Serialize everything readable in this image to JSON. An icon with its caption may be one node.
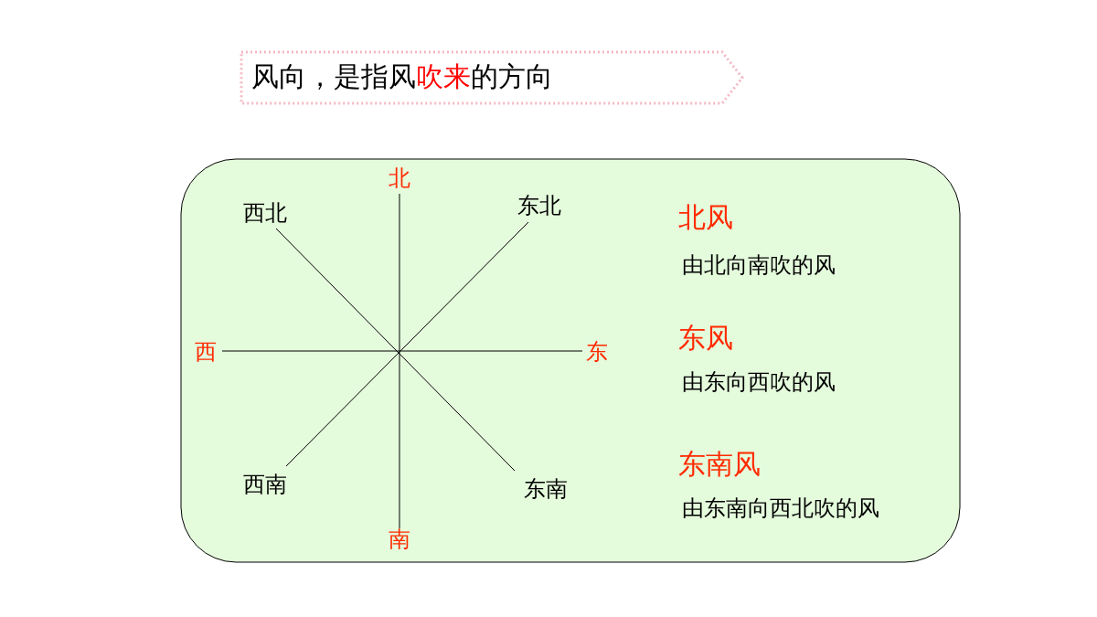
{
  "diagram": {
    "title": "风向，是指风**吹来**的方向",
    "labels": [
      "北",
      "西北",
      "东北",
      "西",
      "东",
      "西南",
      "东南",
      "南",
      "北风",
      "由北向南吹的风",
      "东风",
      "由东向西吹的风",
      "东南风",
      "由东南向西北吹的风"
    ]
  }
}
